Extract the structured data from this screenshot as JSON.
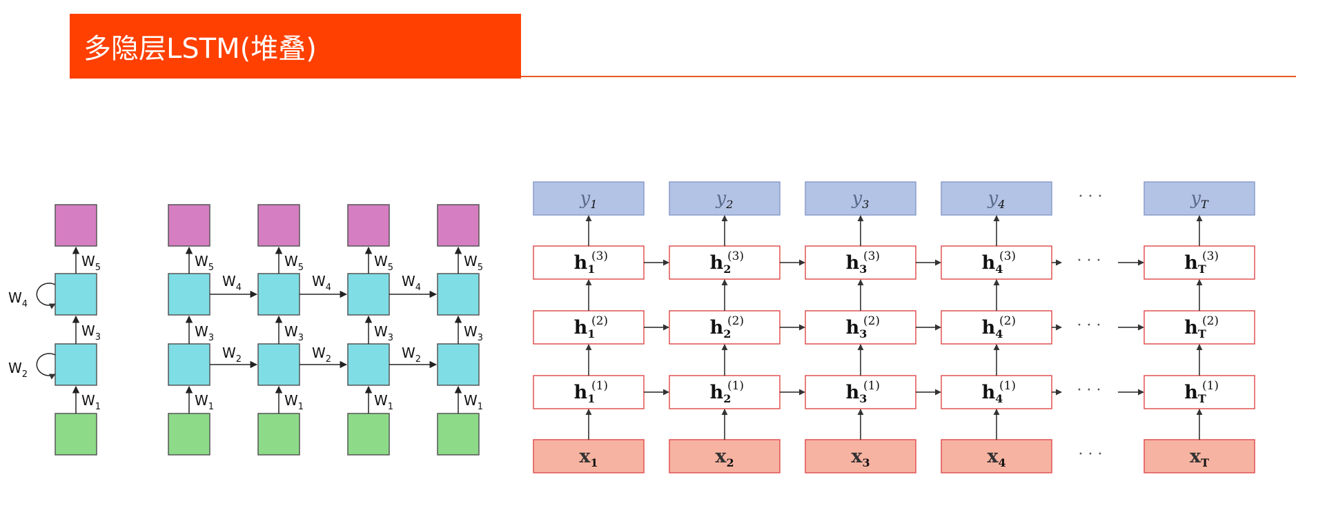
{
  "slide": {
    "title": "多隐层LSTM(堆叠)"
  },
  "colors": {
    "title_bg": "#ff4000",
    "title_text": "#ffffff",
    "rule": "#e8571e",
    "output_box": "#d67ec2",
    "hidden_box": "#7fdde5",
    "input_box": "#8ddb88",
    "y_box_fill": "#b3c3e6",
    "h_box_border": "#e05050",
    "x_box_fill": "#f7b3a1"
  },
  "left_diagram": {
    "folded": {
      "weights": [
        "W5",
        "W4",
        "W3",
        "W2",
        "W1"
      ]
    },
    "unrolled": {
      "columns": 4,
      "vertical_weights": [
        "W5",
        "W3",
        "W1"
      ],
      "horizontal_weights": [
        "W4",
        "W2"
      ]
    }
  },
  "right_diagram": {
    "columns": [
      "1",
      "2",
      "3",
      "4",
      "T"
    ],
    "ellipsis": "· · ·",
    "y_label": "y",
    "h_label": "h",
    "x_label": "x",
    "layers": [
      "(3)",
      "(2)",
      "(1)"
    ]
  }
}
